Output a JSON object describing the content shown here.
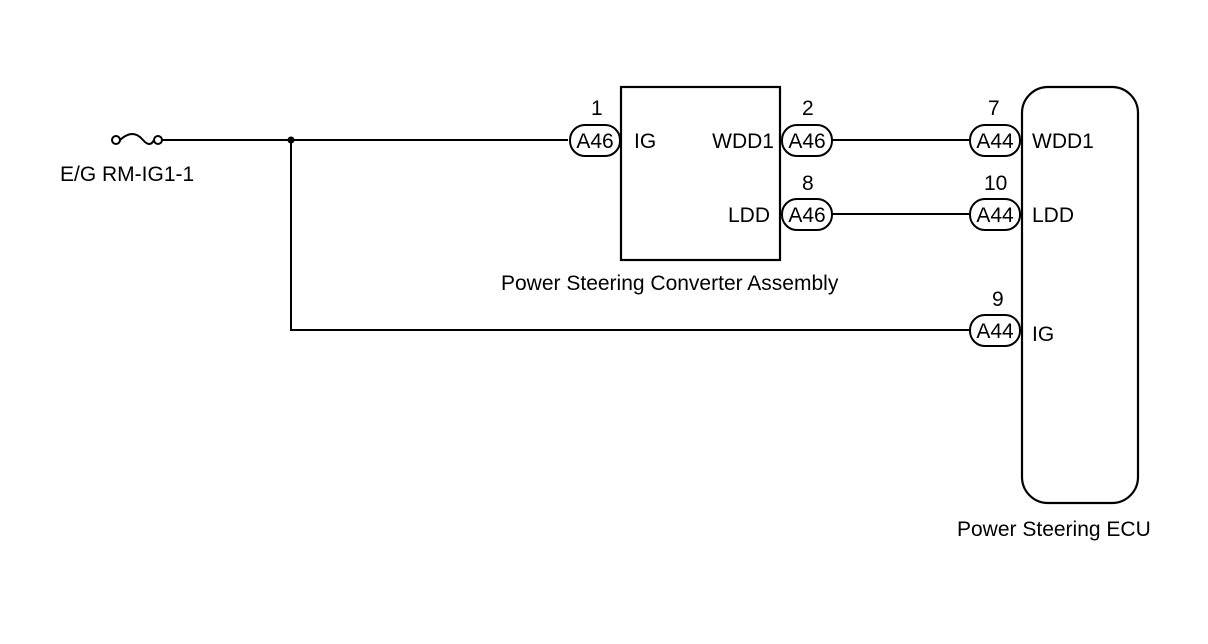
{
  "fuse": {
    "label": "E/G RM-IG1-1"
  },
  "converter": {
    "caption": "Power Steering Converter Assembly",
    "pins": {
      "ig": {
        "num": "1",
        "conn": "A46",
        "name": "IG"
      },
      "wdd1": {
        "num": "2",
        "conn": "A46",
        "name": "WDD1"
      },
      "ldd": {
        "num": "8",
        "conn": "A46",
        "name": "LDD"
      }
    }
  },
  "ecu": {
    "caption": "Power Steering ECU",
    "pins": {
      "wdd1": {
        "num": "7",
        "conn": "A44",
        "name": "WDD1"
      },
      "ldd": {
        "num": "10",
        "conn": "A44",
        "name": "LDD"
      },
      "ig": {
        "num": "9",
        "conn": "A44",
        "name": "IG"
      }
    }
  }
}
